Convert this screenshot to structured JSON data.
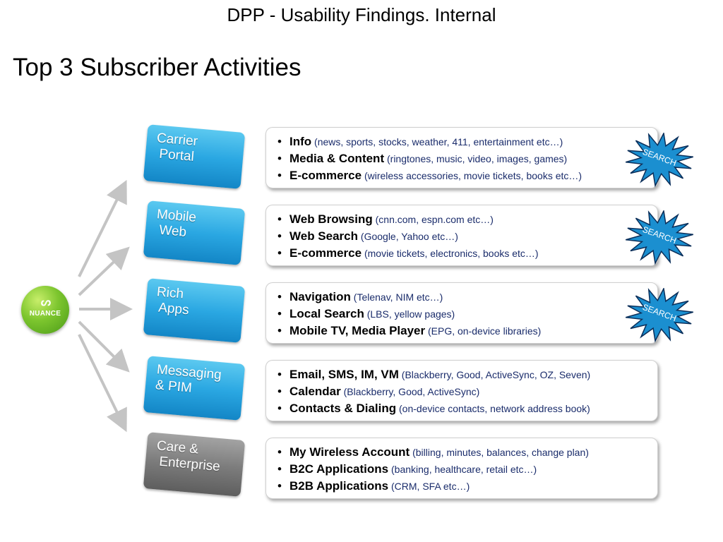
{
  "header": "DPP - Usability Findings.  Internal",
  "subtitle": "Top 3 Subscriber Activities",
  "logo": {
    "mark": "ᔕ",
    "text": "NUANCE"
  },
  "colors": {
    "blue": "#2aa7e2",
    "gray": "#7c7c7c",
    "green": "#7cc52e",
    "description_text": "#1a2c6b"
  },
  "burst_label": "SEARCH",
  "rows": [
    {
      "label": "Carrier\n Portal",
      "color": "blue",
      "search": true,
      "items": [
        {
          "bold": "Info",
          "detail": "(news, sports, stocks, weather, 411, entertainment etc…)"
        },
        {
          "bold": "Media & Content",
          "detail": "(ringtones, music, video, images, games)"
        },
        {
          "bold": "E-commerce",
          "detail": "(wireless accessories, movie tickets, books etc…)"
        }
      ]
    },
    {
      "label": "Mobile\n Web",
      "color": "blue",
      "search": true,
      "items": [
        {
          "bold": "Web Browsing",
          "detail": "(cnn.com, espn.com etc…)"
        },
        {
          "bold": "Web Search",
          "detail": "(Google, Yahoo etc…)"
        },
        {
          "bold": "E-commerce",
          "detail": "(movie tickets, electronics, books etc…)"
        }
      ]
    },
    {
      "label": "Rich\n Apps",
      "color": "blue",
      "search": true,
      "items": [
        {
          "bold": "Navigation",
          "detail": "(Telenav, NIM etc…)"
        },
        {
          "bold": "Local Search",
          "detail": "(LBS, yellow pages)"
        },
        {
          "bold": "Mobile TV, Media Player",
          "detail": "(EPG, on-device libraries)"
        }
      ]
    },
    {
      "label": "Messaging\n& PIM",
      "color": "blue",
      "search": false,
      "items": [
        {
          "bold": "Email, SMS, IM, VM",
          "detail": "(Blackberry, Good, ActiveSync, OZ, Seven)"
        },
        {
          "bold": "Calendar",
          "detail": "(Blackberry, Good, ActiveSync)"
        },
        {
          "bold": "Contacts & Dialing",
          "detail": "(on-device contacts, network address book)"
        }
      ]
    },
    {
      "label": "Care &\n Enterprise",
      "color": "gray",
      "search": false,
      "items": [
        {
          "bold": "My Wireless Account",
          "detail": "(billing, minutes, balances, change plan)"
        },
        {
          "bold": "B2C Applications",
          "detail": "(banking, healthcare, retail etc…)"
        },
        {
          "bold": "B2B Applications",
          "detail": "(CRM, SFA etc…)"
        }
      ]
    }
  ]
}
